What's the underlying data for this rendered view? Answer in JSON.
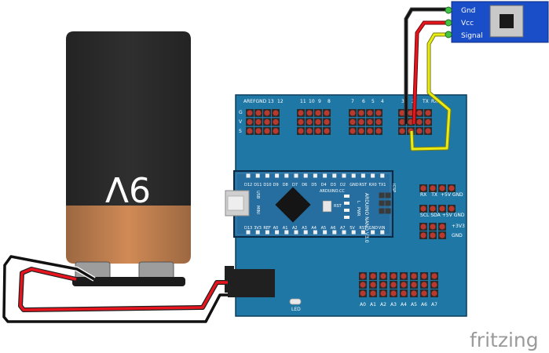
{
  "battery": {
    "label": "9V"
  },
  "sensor": {
    "pins": [
      "Gnd",
      "Vcc",
      "Signal"
    ]
  },
  "shield": {
    "top_labels": [
      "AREF",
      "GND",
      "13",
      "12",
      "11",
      "10",
      "9",
      "8",
      "7",
      "6",
      "5",
      "4",
      "3",
      "2",
      "TX",
      "RX"
    ],
    "side_labels": [
      "G",
      "V",
      "S"
    ],
    "right_labels_1": [
      "RX",
      "TX",
      "+5V",
      "GND"
    ],
    "right_labels_2": [
      "SCL",
      "SDA",
      "+5V",
      "GND"
    ],
    "right_labels_3": [
      "+3V3",
      "GND"
    ],
    "bottom_labels": [
      "A0",
      "A1",
      "A2",
      "A3",
      "A4",
      "A5",
      "A6",
      "A7"
    ],
    "led_label": "LED"
  },
  "nano": {
    "top_pins": [
      "D12",
      "D11",
      "D10",
      "D9",
      "D8",
      "D7",
      "D6",
      "D5",
      "D4",
      "D3",
      "D2",
      "GND",
      "RST",
      "RX0",
      "TX1"
    ],
    "bottom_pins": [
      "D13",
      "3V3",
      "REF",
      "A0",
      "A1",
      "A2",
      "A3",
      "A4",
      "A5",
      "A6",
      "A7",
      "5V",
      "RST",
      "GND",
      "VIN"
    ],
    "name": "ARDUINO NANO V3.0",
    "usb_label": "USB",
    "mini_label": "MINI",
    "icsp_label": "ICSP",
    "arduino_cc": "ARDUINO.CC",
    "led_labels": [
      "L",
      "PWR"
    ],
    "rst_label": "RST"
  },
  "watermark": "fritzing",
  "colors": {
    "shield": "#1f77a6",
    "nano": "#256e9f",
    "battery_black": "#2f2f2f",
    "battery_orange": "#d08a56",
    "sensor": "#1a4ec8",
    "wire_red": "#e8141e",
    "wire_black": "#111111",
    "wire_yellow": "#e8ec14"
  }
}
